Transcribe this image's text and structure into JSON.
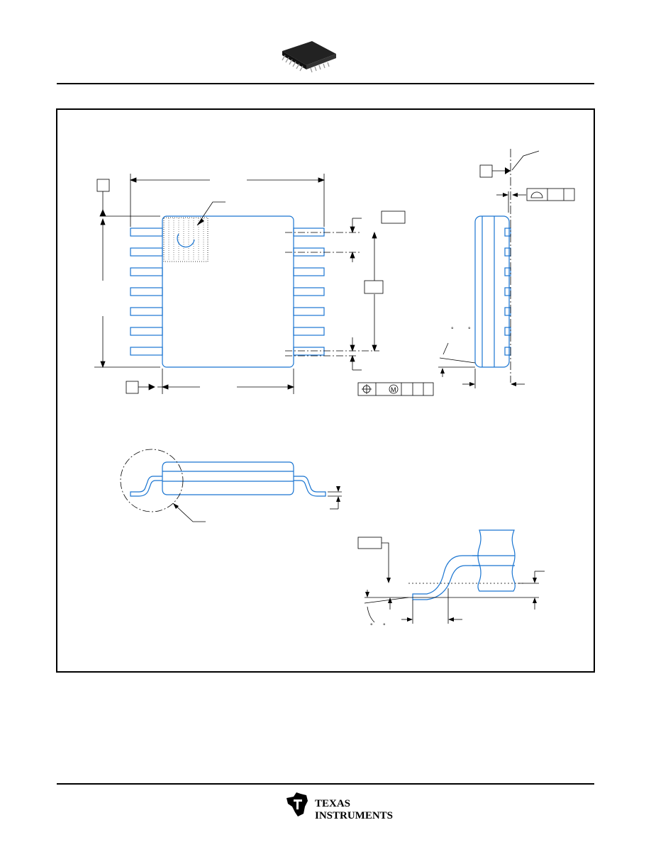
{
  "header": {
    "package_icon": "tssop-package-icon"
  },
  "footer": {
    "brand": {
      "line1": "Texas",
      "line2": "Instruments",
      "icon": "ti-logo-icon"
    }
  },
  "drawing": {
    "datum_box_labels": [
      "",
      "",
      "",
      "",
      "",
      ""
    ],
    "angle_marks": [
      "°",
      "°"
    ],
    "symbols": {
      "position": "position-symbol-icon",
      "mmc": "M",
      "profile": "profile-symbol-icon"
    },
    "colors": {
      "outline": "#1a75d1",
      "linework": "#000000"
    }
  }
}
